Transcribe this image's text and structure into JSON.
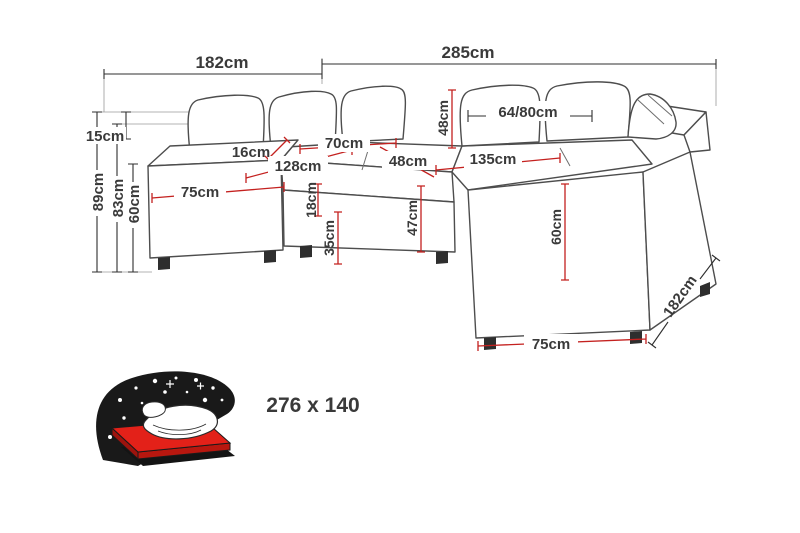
{
  "diagram": {
    "dims": {
      "width_top_left": "182cm",
      "width_top_right": "285cm",
      "height_total": "89cm",
      "height_backrest": "83cm",
      "height_arm_left": "60cm",
      "back_cushion_gap": "15cm",
      "arm_width": "16cm",
      "seat_width_left": "75cm",
      "depth_left_section": "128cm",
      "corner_seat_width": "70cm",
      "seat_cushion_height": "18cm",
      "base_height": "35cm",
      "back_cushion_height": "48cm",
      "seat_depth": "48cm",
      "seat_front_height": "47cm",
      "back_cushion_width": "64/80cm",
      "seat_width_right": "135cm",
      "front_panel_height": "60cm",
      "depth_right_section": "182cm",
      "chaise_end_width": "75cm"
    },
    "sleeping_function": {
      "size": "276 x 140"
    },
    "colors": {
      "dimension_red": "#c4211f",
      "outline_gray": "#4d4d4d",
      "dimension_black": "#2f2f2f",
      "text": "#3a3a3a",
      "bed_red": "#e32119"
    }
  }
}
